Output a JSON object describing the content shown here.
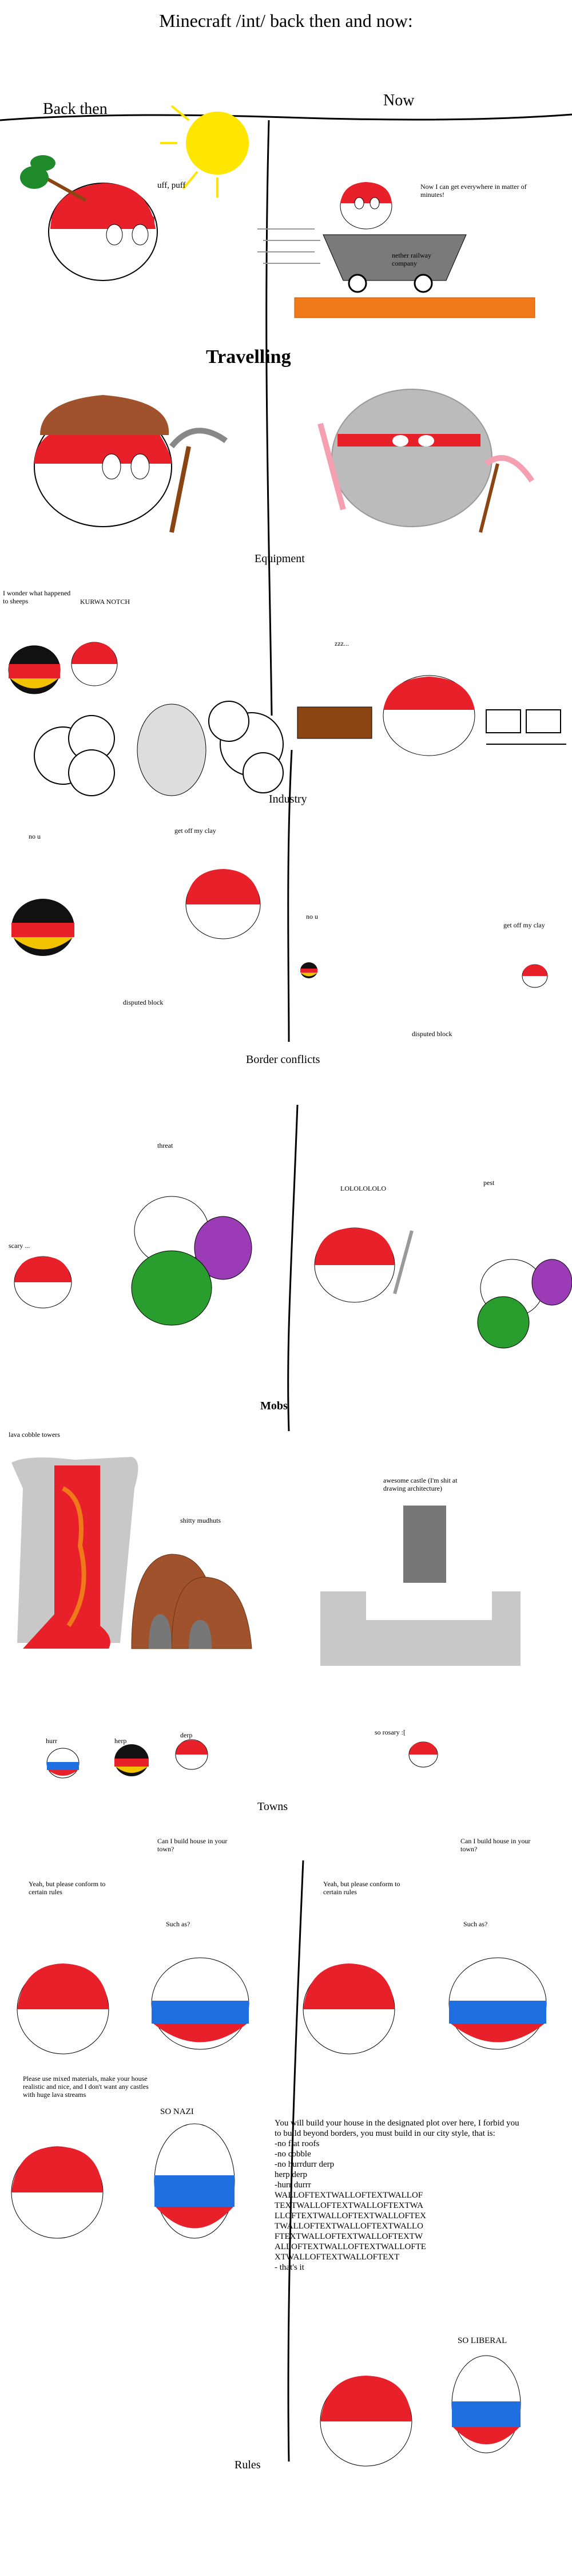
{
  "title": "Minecraft /int/ back then and now:",
  "columns": {
    "left": "Back then",
    "right": "Now"
  },
  "sections": {
    "travelling": "Travelling",
    "equipment": "Equipment",
    "industry": "Industry",
    "border_conflicts": "Border conflicts",
    "mobs": "Mobs",
    "towns": "Towns",
    "rules": "Rules"
  },
  "travelling": {
    "back_then_speech": "uff, puff",
    "now_speech": "Now I can get everywhere in matter of minutes!",
    "railway_label": "nether railway company"
  },
  "industry": {
    "german_speech": "I wonder what happened to sheeps",
    "polish_speech": "KURWA NOTCH",
    "now_speech": "zzz..."
  },
  "border": {
    "german_speech_back": "no u",
    "polish_speech_back": "get off my clay",
    "disputed_back": "disputed block",
    "german_speech_now": "no u",
    "polish_speech_now": "get off my clay",
    "disputed_now": "disputed block"
  },
  "mobs": {
    "threat": "threat",
    "scary": "scary ...",
    "lol": "LOLOLOLOLO",
    "pest": "pest"
  },
  "towns": {
    "lava_towers": "lava cobble towers",
    "mudhuts": "shitty mudhuts",
    "castle": "awesome castle (I'm shit at drawing architecture)",
    "hurr": "hurr",
    "herp": "herp",
    "derp": "derp",
    "rosary": "so rosary :["
  },
  "rules": {
    "left_russia_q": "Can I build house in your town?",
    "left_poland_a": "Yeah, but please conform to certain rules",
    "left_russia_such": "Such as?",
    "left_poland_rules": "Please use mixed materials, make your house realistic and nice, and I don't want any castles with huge lava streams",
    "left_russia_reply": "SO NAZI",
    "right_russia_q": "Can I build house in your town?",
    "right_poland_a": "Yeah, but please conform to certain rules",
    "right_russia_such": "Such as?",
    "right_poland_rules": "You will build your house in the designated plot over here, I forbid you to build beyond borders, you must build in our city style, that is:\n-no flat roofs\n-no cobble\n-no hurrdurr derp\nherp derp\n-hurr durrr\nWALLOFTEXTWALLOFTEXTWALLOF\nTEXTWALLOFTEXTWALLOFTEXTWA\nLLOFTEXTWALLOFTEXTWALLOFTEX\nTWALLOFTEXTWALLOFTEXTWALLO\nFTEXTWALLOFTEXTWALLOFTEXTW\nALLOFTEXTWALLOFTEXTWALLOFTE\nXTWALLOFTEXTWALLOFTEXT\n- that's it",
    "right_russia_reply": "SO LIBERAL"
  },
  "colors": {
    "poland_red": "#e8202a",
    "german_black": "#111111",
    "german_gold": "#f2c200",
    "russia_blue": "#1f6fe0",
    "creeper_green": "#2a9d2f",
    "enderman_purple": "#9b3bb5",
    "lava_orange": "#f07a1a",
    "stone_grey": "#c8c8c8"
  }
}
